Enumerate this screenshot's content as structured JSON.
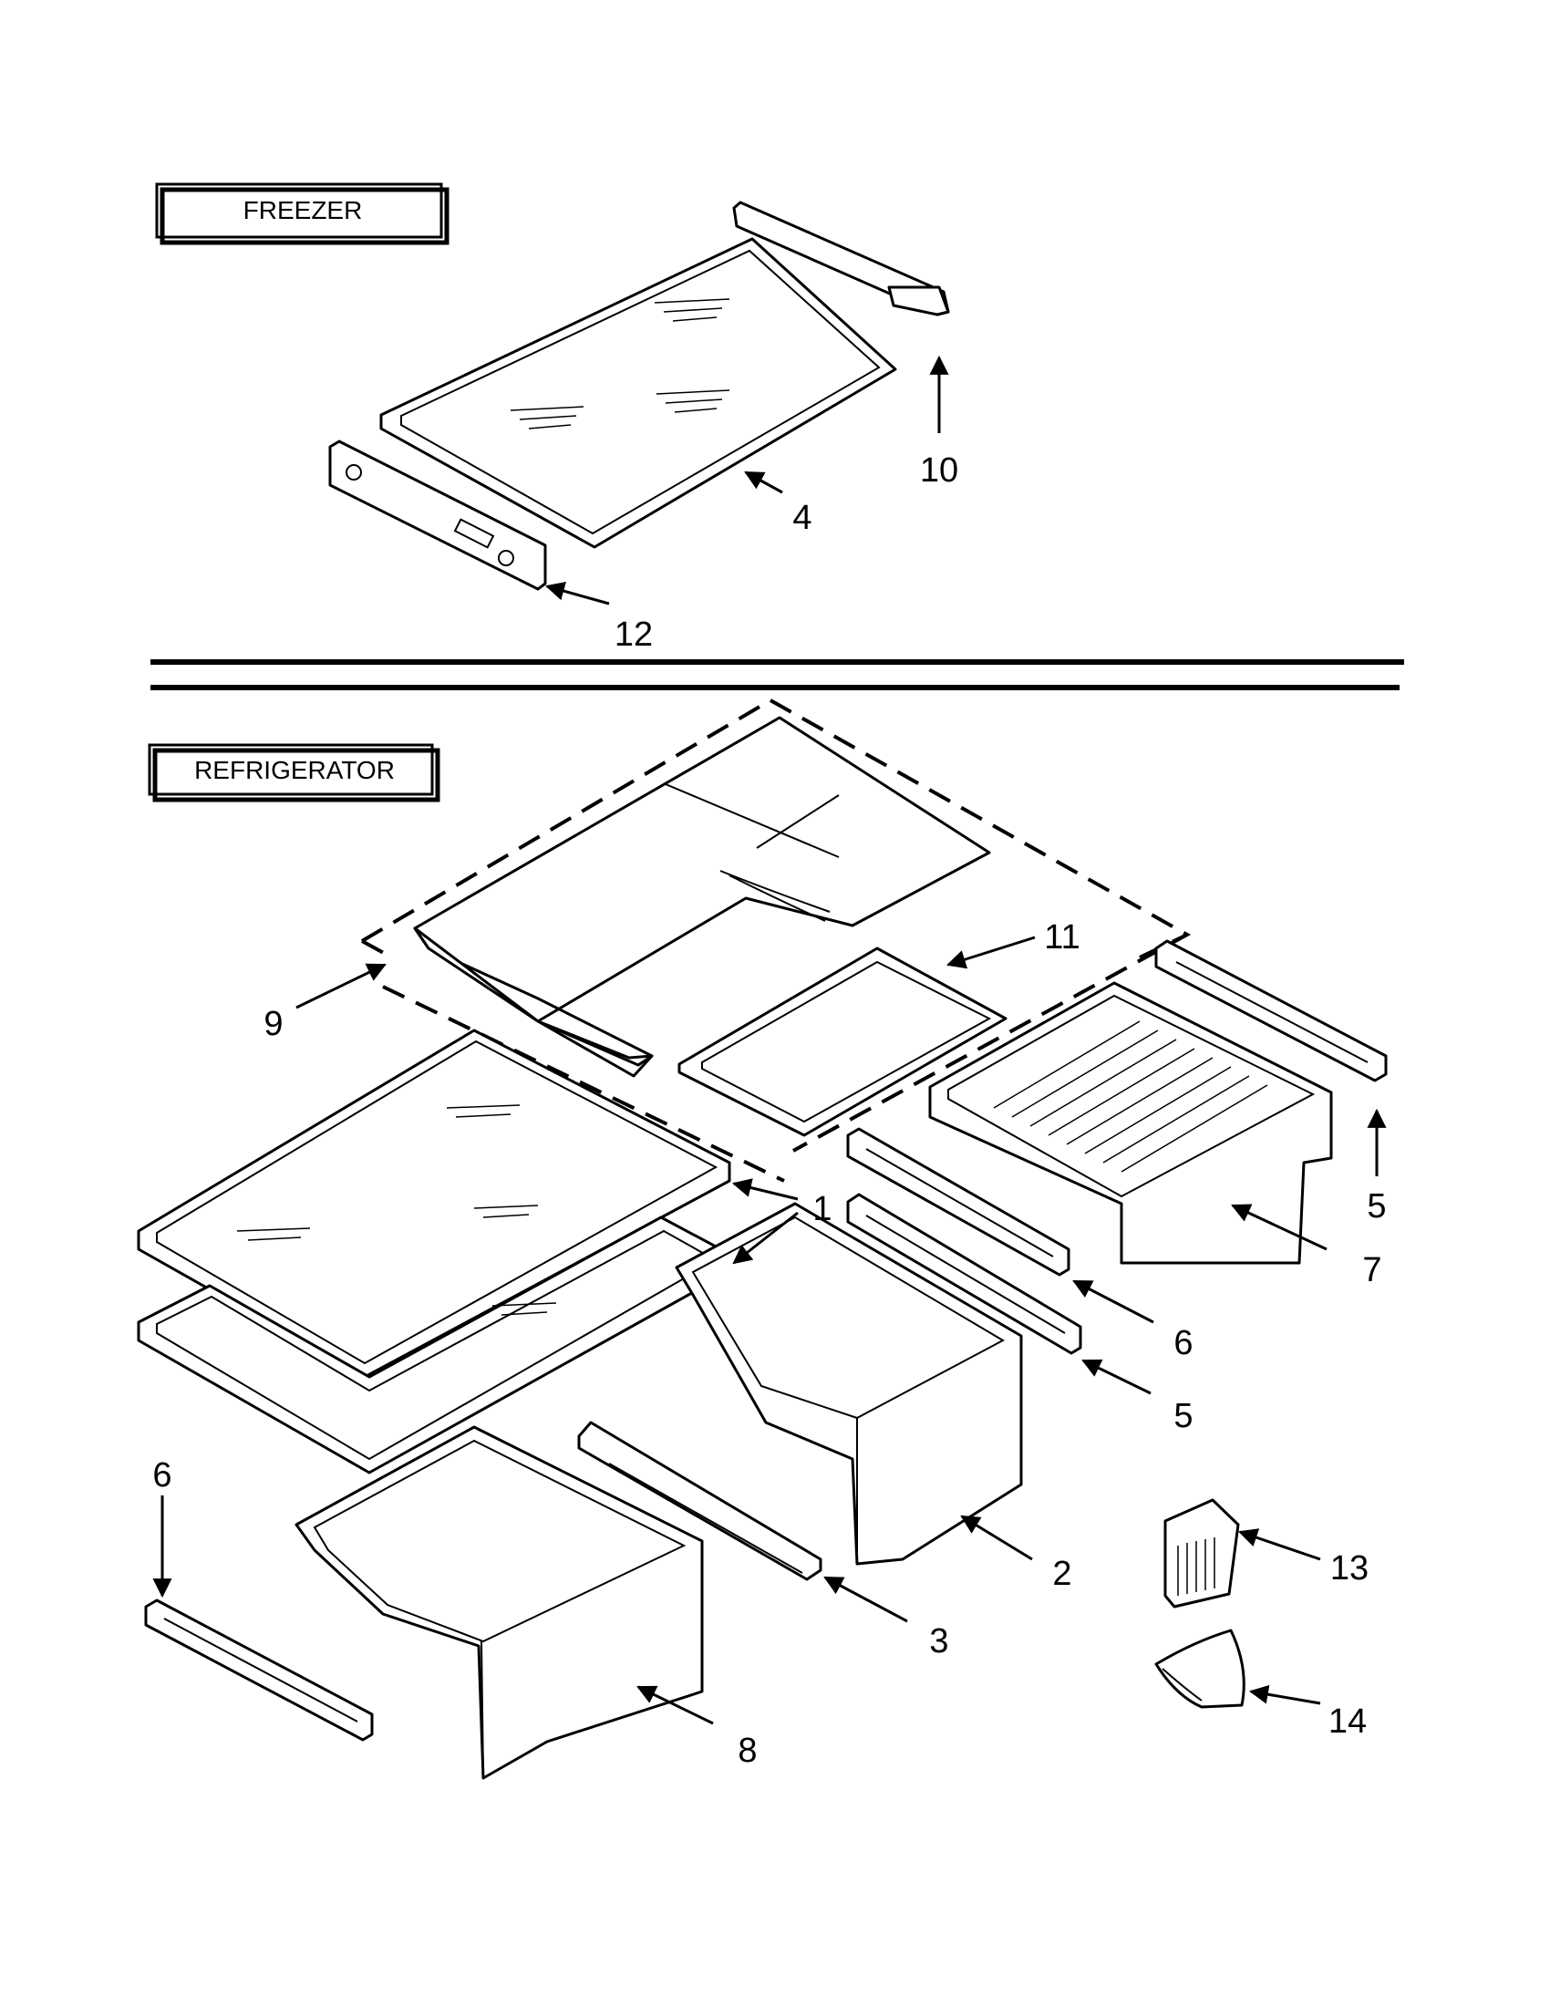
{
  "sections": {
    "freezer": "FREEZER",
    "refrigerator": "REFRIGERATOR"
  },
  "callouts": {
    "c1": "1",
    "c2": "2",
    "c3": "3",
    "c4": "4",
    "c5a": "5",
    "c5b": "5",
    "c6a": "6",
    "c6b": "6",
    "c7": "7",
    "c8": "8",
    "c9": "9",
    "c10": "10",
    "c11": "11",
    "c12": "12",
    "c13": "13",
    "c14": "14"
  }
}
